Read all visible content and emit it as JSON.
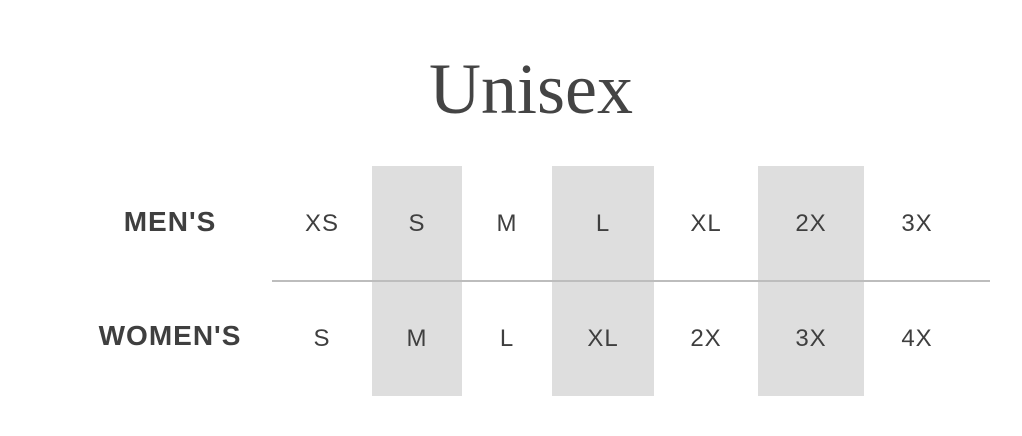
{
  "title": "Unisex",
  "rows": [
    {
      "label": "MEN'S",
      "sizes": [
        "XS",
        "S",
        "M",
        "L",
        "XL",
        "2X",
        "3X"
      ]
    },
    {
      "label": "WOMEN'S",
      "sizes": [
        "S",
        "M",
        "L",
        "XL",
        "2X",
        "3X",
        "4X"
      ]
    }
  ],
  "colors": {
    "shaded_column": "#dedede",
    "divider": "#bdbdbd",
    "text": "#3f3f3f"
  }
}
